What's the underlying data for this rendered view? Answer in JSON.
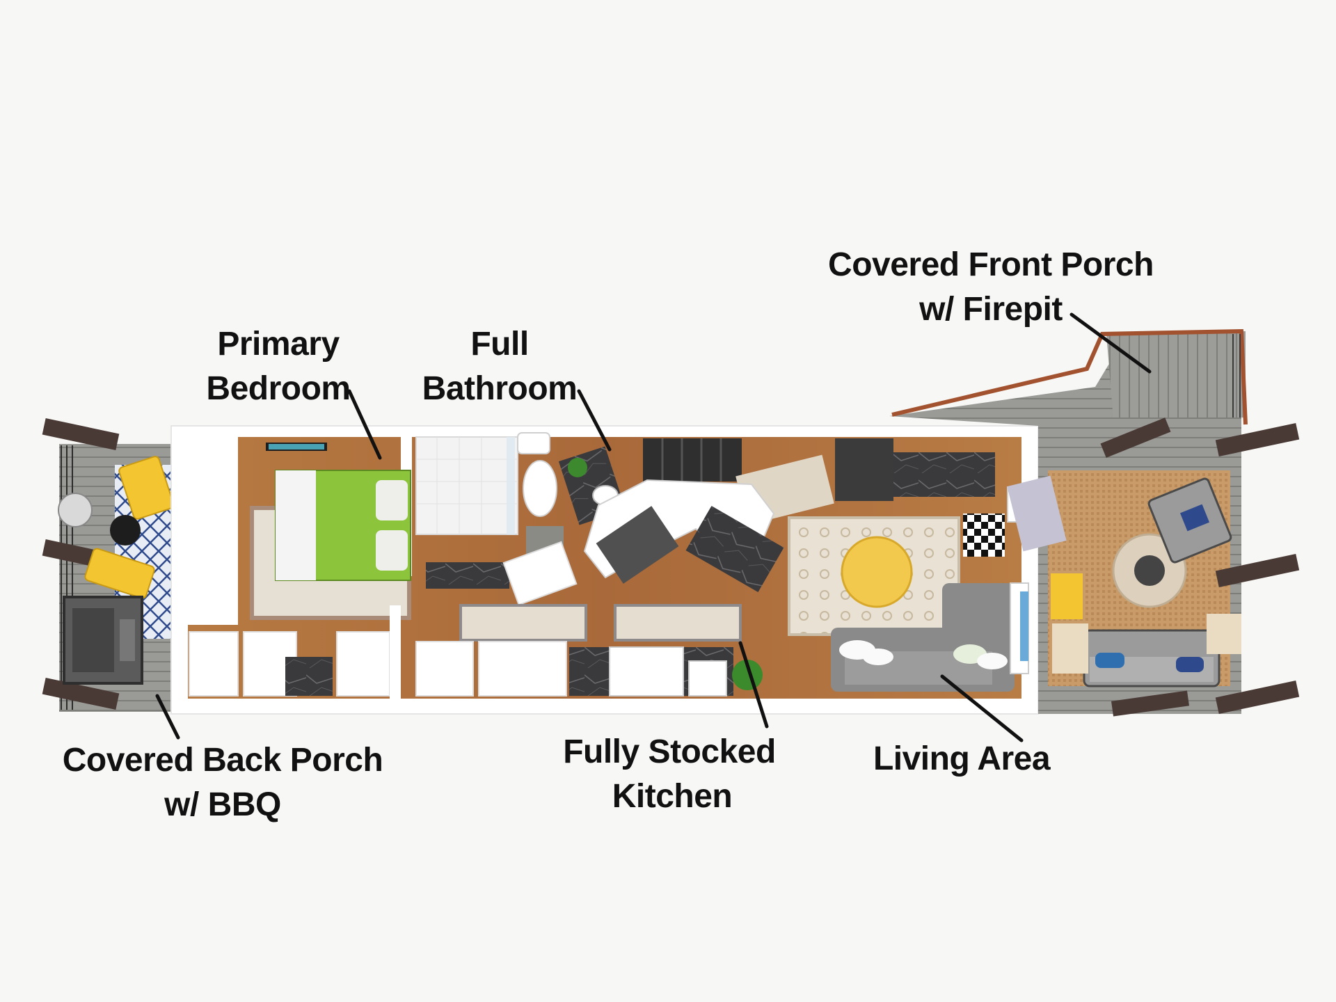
{
  "labels": {
    "front_porch": {
      "line1": "Covered Front Porch",
      "line2": "w/ Firepit"
    },
    "bedroom": {
      "line1": "Primary",
      "line2": "Bedroom"
    },
    "bathroom": {
      "line1": "Full",
      "line2": "Bathroom"
    },
    "back_porch": {
      "line1": "Covered Back Porch",
      "line2": "w/ BBQ"
    },
    "kitchen": {
      "line1": "Fully Stocked",
      "line2": "Kitchen"
    },
    "living": {
      "line1": "Living Area"
    }
  },
  "colors": {
    "background": "#f7f7f5",
    "wall": "#ffffff",
    "floor": "#b8783f",
    "deck": "#8f8f8c",
    "bedspread": "#8cc43c",
    "countertop": "#3d3d3d",
    "sofa": "#8a8a8a",
    "porch_rug": "#c49a6a",
    "chairs": "#f2c531",
    "railing": "#a2522f",
    "text": "#111111"
  }
}
